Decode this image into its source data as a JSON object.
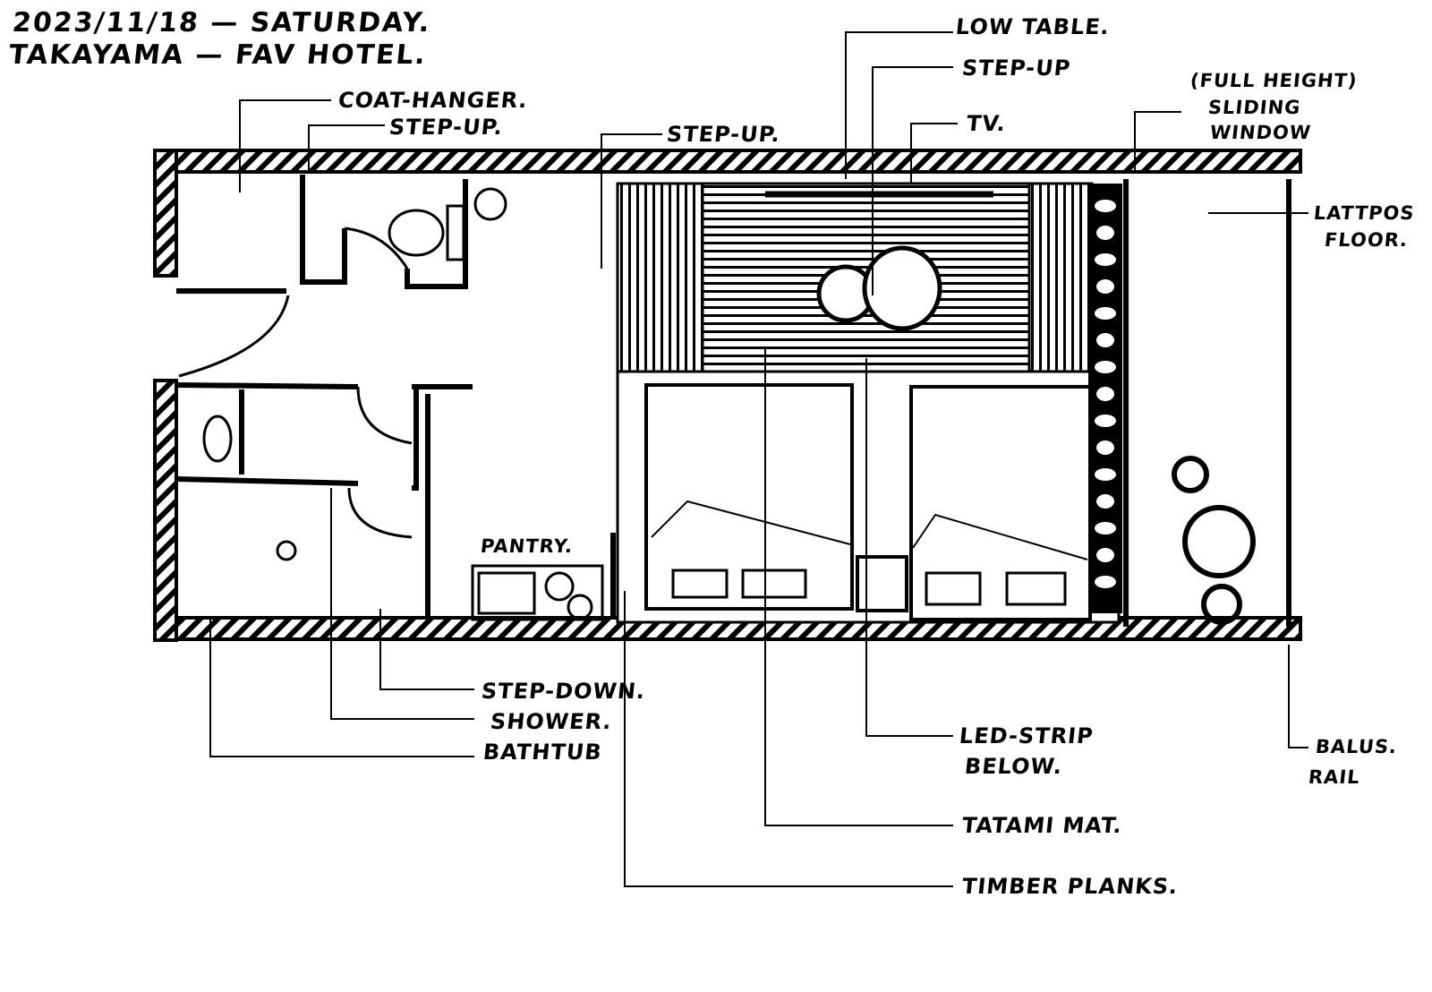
{
  "header": {
    "date_line": "2023/11/18 — Saturday.",
    "place_line": "Takayama — Fav Hotel."
  },
  "labels": {
    "coat_hanger": "Coat-hanger.",
    "step_up_entry": "Step-up.",
    "step_up_room": "Step-up.",
    "low_table": "Low table.",
    "step_up_tatami": "Step-up",
    "tv": "TV.",
    "full_height": "(Full height)",
    "sliding_window_1": "Sliding",
    "sliding_window_2": "window",
    "lattice_floor_1": "Lattpos",
    "lattice_floor_2": "floor.",
    "pantry": "Pantry.",
    "step_down": "Step-down.",
    "shower": "Shower.",
    "bathtub": "Bathtub",
    "led_strip_1": "LED-strip",
    "led_strip_2": "below.",
    "balus_rail_1": "Balus.",
    "balus_rail_2": "rail",
    "tatami_mat": "Tatami mat.",
    "timber_planks": "Timber planks."
  },
  "diagram": {
    "type": "hand-drawn floor plan",
    "ink_color": "#000000",
    "paper_color": "#ffffff",
    "rooms": [
      "entry",
      "toilet",
      "washbasin",
      "bathtub",
      "shower",
      "pantry",
      "tatami room",
      "beds",
      "balcony"
    ]
  }
}
